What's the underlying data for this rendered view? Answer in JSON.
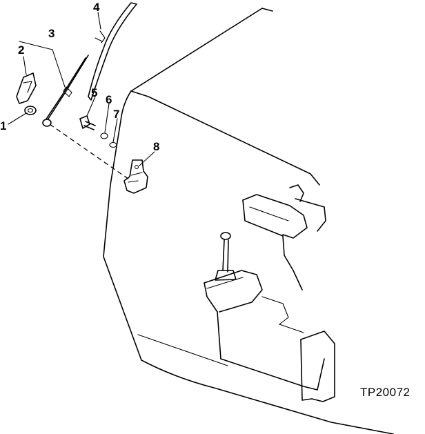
{
  "figure": {
    "reference_code": "TP20072"
  },
  "callouts": [
    {
      "id": "1",
      "label": "1"
    },
    {
      "id": "2",
      "label": "2"
    },
    {
      "id": "3",
      "label": "3"
    },
    {
      "id": "4",
      "label": "4"
    },
    {
      "id": "5",
      "label": "5"
    },
    {
      "id": "6",
      "label": "6"
    },
    {
      "id": "7",
      "label": "7"
    },
    {
      "id": "8",
      "label": "8"
    }
  ]
}
